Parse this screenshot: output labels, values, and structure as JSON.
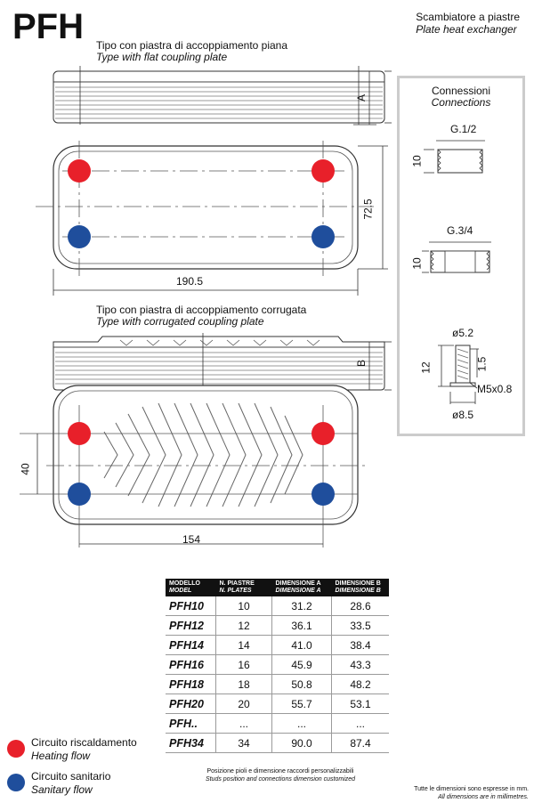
{
  "header": {
    "title": "PFH",
    "subtitle_it": "Scambiatore a piastre",
    "subtitle_en": "Plate heat exchanger"
  },
  "flat_type": {
    "caption_it": "Tipo con piastra di accoppiamento piana",
    "caption_en": "Type with flat coupling plate",
    "dim_a": "A",
    "dim_height": "72.5",
    "dim_width": "190.5"
  },
  "corrugated_type": {
    "caption_it": "Tipo con piastra di accoppiamento corrugata",
    "caption_en": "Type with corrugated coupling plate",
    "dim_b": "B",
    "dim_height": "40",
    "dim_width": "154"
  },
  "connections": {
    "title_it": "Connessioni",
    "title_en": "Connections",
    "g12_label": "G.1/2",
    "g12_height": "10",
    "g34_label": "G.3/4",
    "g34_height": "10",
    "stud_top_diameter": "ø5.2",
    "stud_height": "12",
    "stud_inner": "1.5",
    "stud_thread": "M5x0.8",
    "stud_bottom_diameter": "ø8.5"
  },
  "table": {
    "headers": [
      {
        "it": "MODELLO",
        "en": "MODEL"
      },
      {
        "it": "N. PIASTRE",
        "en": "N. PLATES"
      },
      {
        "it": "DIMENSIONE A",
        "en": "DIMENSIONE A"
      },
      {
        "it": "DIMENSIONE B",
        "en": "DIMENSIONE B"
      }
    ],
    "rows": [
      {
        "model": "PFH10",
        "plates": "10",
        "a": "31.2",
        "b": "28.6"
      },
      {
        "model": "PFH12",
        "plates": "12",
        "a": "36.1",
        "b": "33.5"
      },
      {
        "model": "PFH14",
        "plates": "14",
        "a": "41.0",
        "b": "38.4"
      },
      {
        "model": "PFH16",
        "plates": "16",
        "a": "45.9",
        "b": "43.3"
      },
      {
        "model": "PFH18",
        "plates": "18",
        "a": "50.8",
        "b": "48.2"
      },
      {
        "model": "PFH20",
        "plates": "20",
        "a": "55.7",
        "b": "53.1"
      },
      {
        "model": "PFH..",
        "plates": "...",
        "a": "...",
        "b": "..."
      },
      {
        "model": "PFH34",
        "plates": "34",
        "a": "90.0",
        "b": "87.4"
      }
    ]
  },
  "legend": {
    "heating_it": "Circuito riscaldamento",
    "heating_en": "Heating flow",
    "heating_color": "#e8202a",
    "sanitary_it": "Circuito sanitario",
    "sanitary_en": "Sanitary flow",
    "sanitary_color": "#1f4e9c"
  },
  "footer": {
    "custom_it": "Posizione pioli e dimensione raccordi personalizzabili",
    "custom_en": "Studs position and connections dimension customized",
    "units_it": "Tutte le dimensioni sono espresse in mm.",
    "units_en": "All dimensions are in millimetres."
  }
}
